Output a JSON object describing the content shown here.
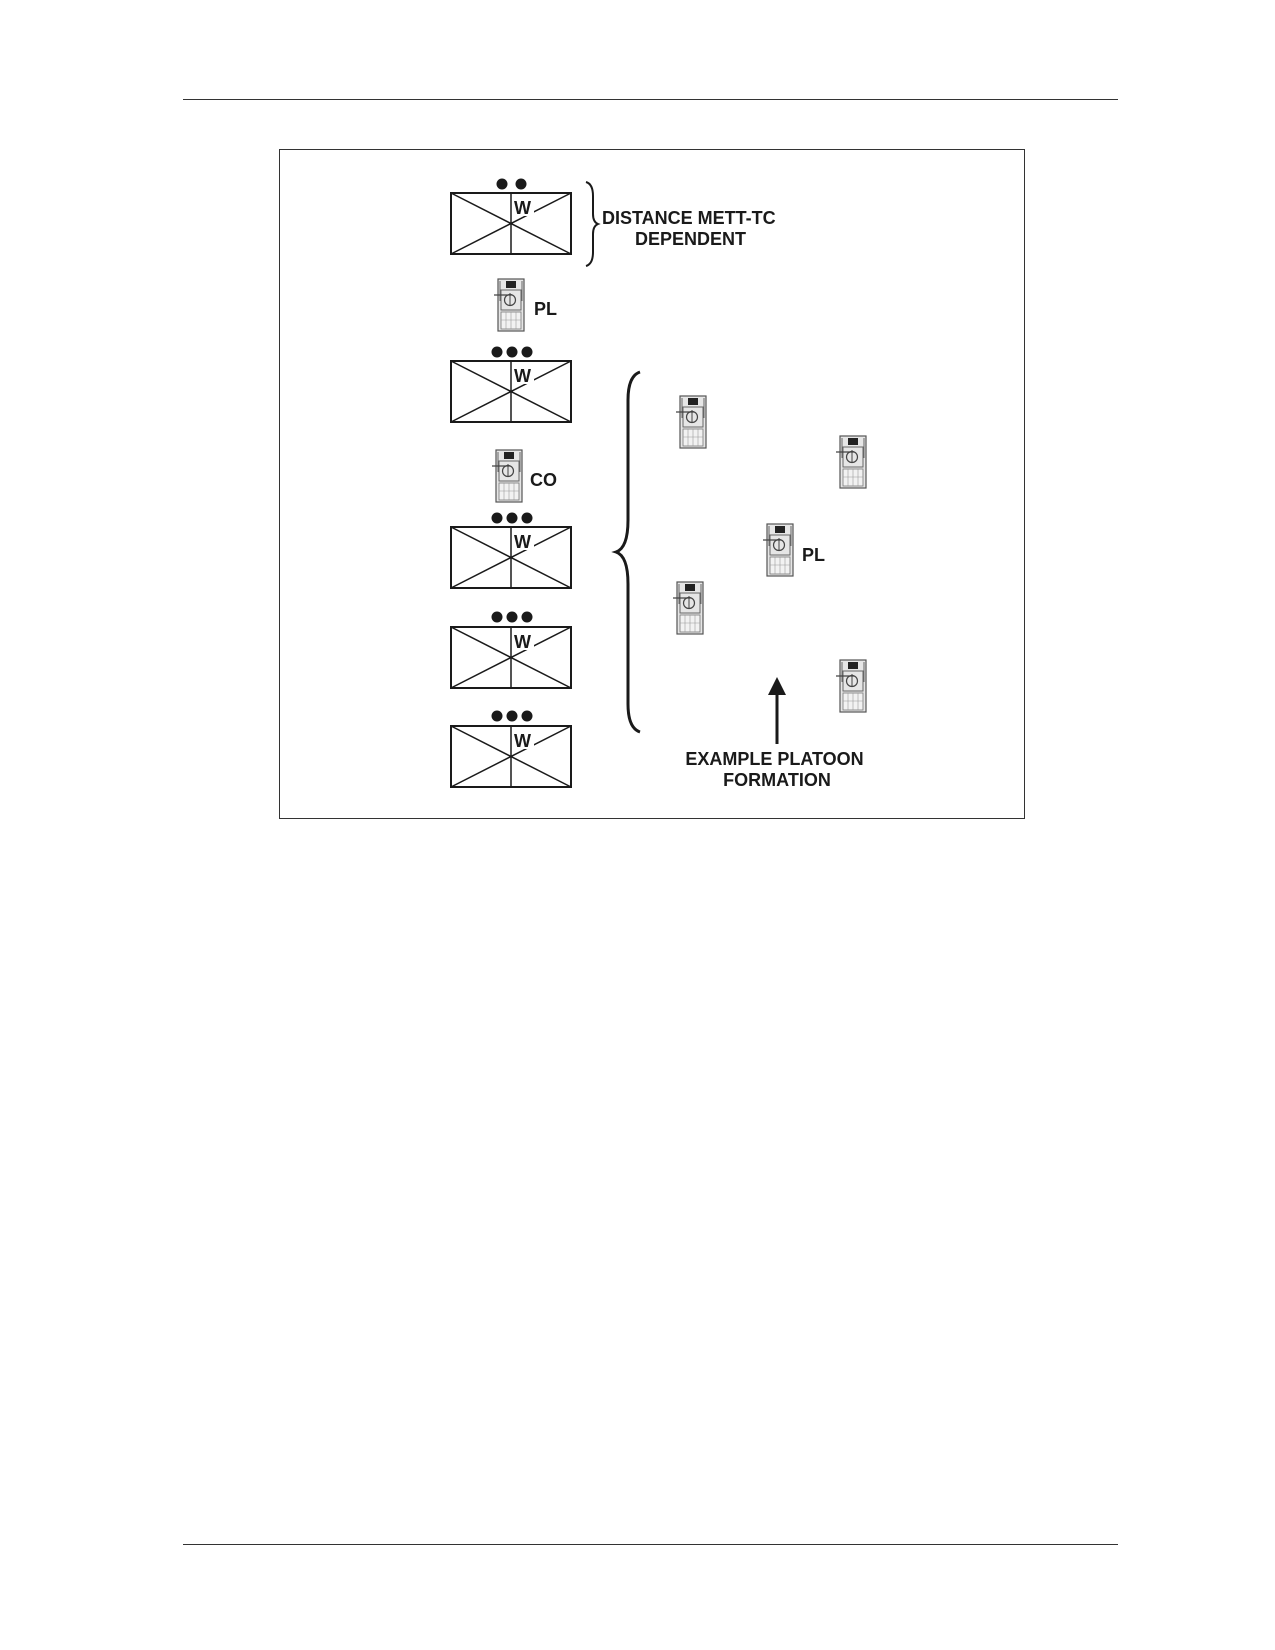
{
  "diagram": {
    "units": [
      {
        "letter": "W",
        "size_dots": 2
      },
      {
        "letter": "W",
        "size_dots": 3
      },
      {
        "letter": "W",
        "size_dots": 3
      },
      {
        "letter": "W",
        "size_dots": 3
      },
      {
        "letter": "W",
        "size_dots": 3
      }
    ],
    "column_labels": {
      "platoon_leader": "PL",
      "commander": "CO"
    },
    "distance_note": [
      "DISTANCE METT-TC",
      "DEPENDENT"
    ],
    "formation": {
      "leader_label": "PL",
      "caption": [
        "EXAMPLE PLATOON",
        "FORMATION"
      ]
    },
    "icon_name": "armored-vehicle-icon"
  }
}
